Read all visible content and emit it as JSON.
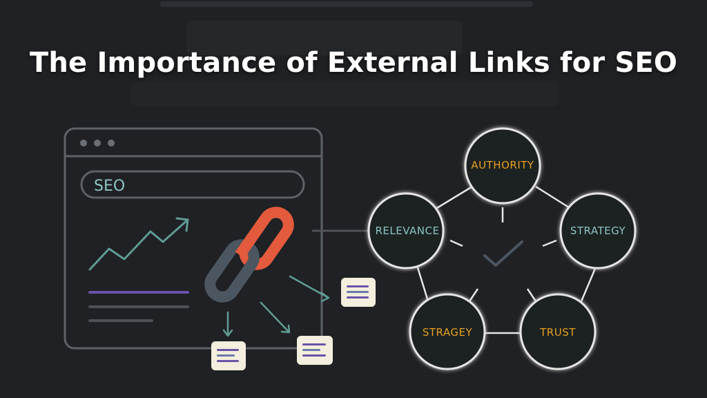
{
  "title": "The Importance of External Links for SEO",
  "browser": {
    "search_text": "SEO"
  },
  "pillars": {
    "authority": "AUTHORITY",
    "relevance": "RELEVANCE",
    "strategy": "STRATEGY",
    "stragey": "STRAGEY",
    "trust": "TRUST"
  },
  "colors": {
    "background": "#1f2124",
    "outline": "#e6e6e6",
    "accent_orange": "#e8a020",
    "teal": "#8cc4c4",
    "chain_red": "#e35a3c",
    "chain_slate": "#4c5660",
    "purple": "#7a60b8",
    "document": "#f3eedd"
  },
  "icons": [
    "chain-link-icon",
    "trend-arrow-icon",
    "document-icon",
    "checkmark-icon"
  ]
}
